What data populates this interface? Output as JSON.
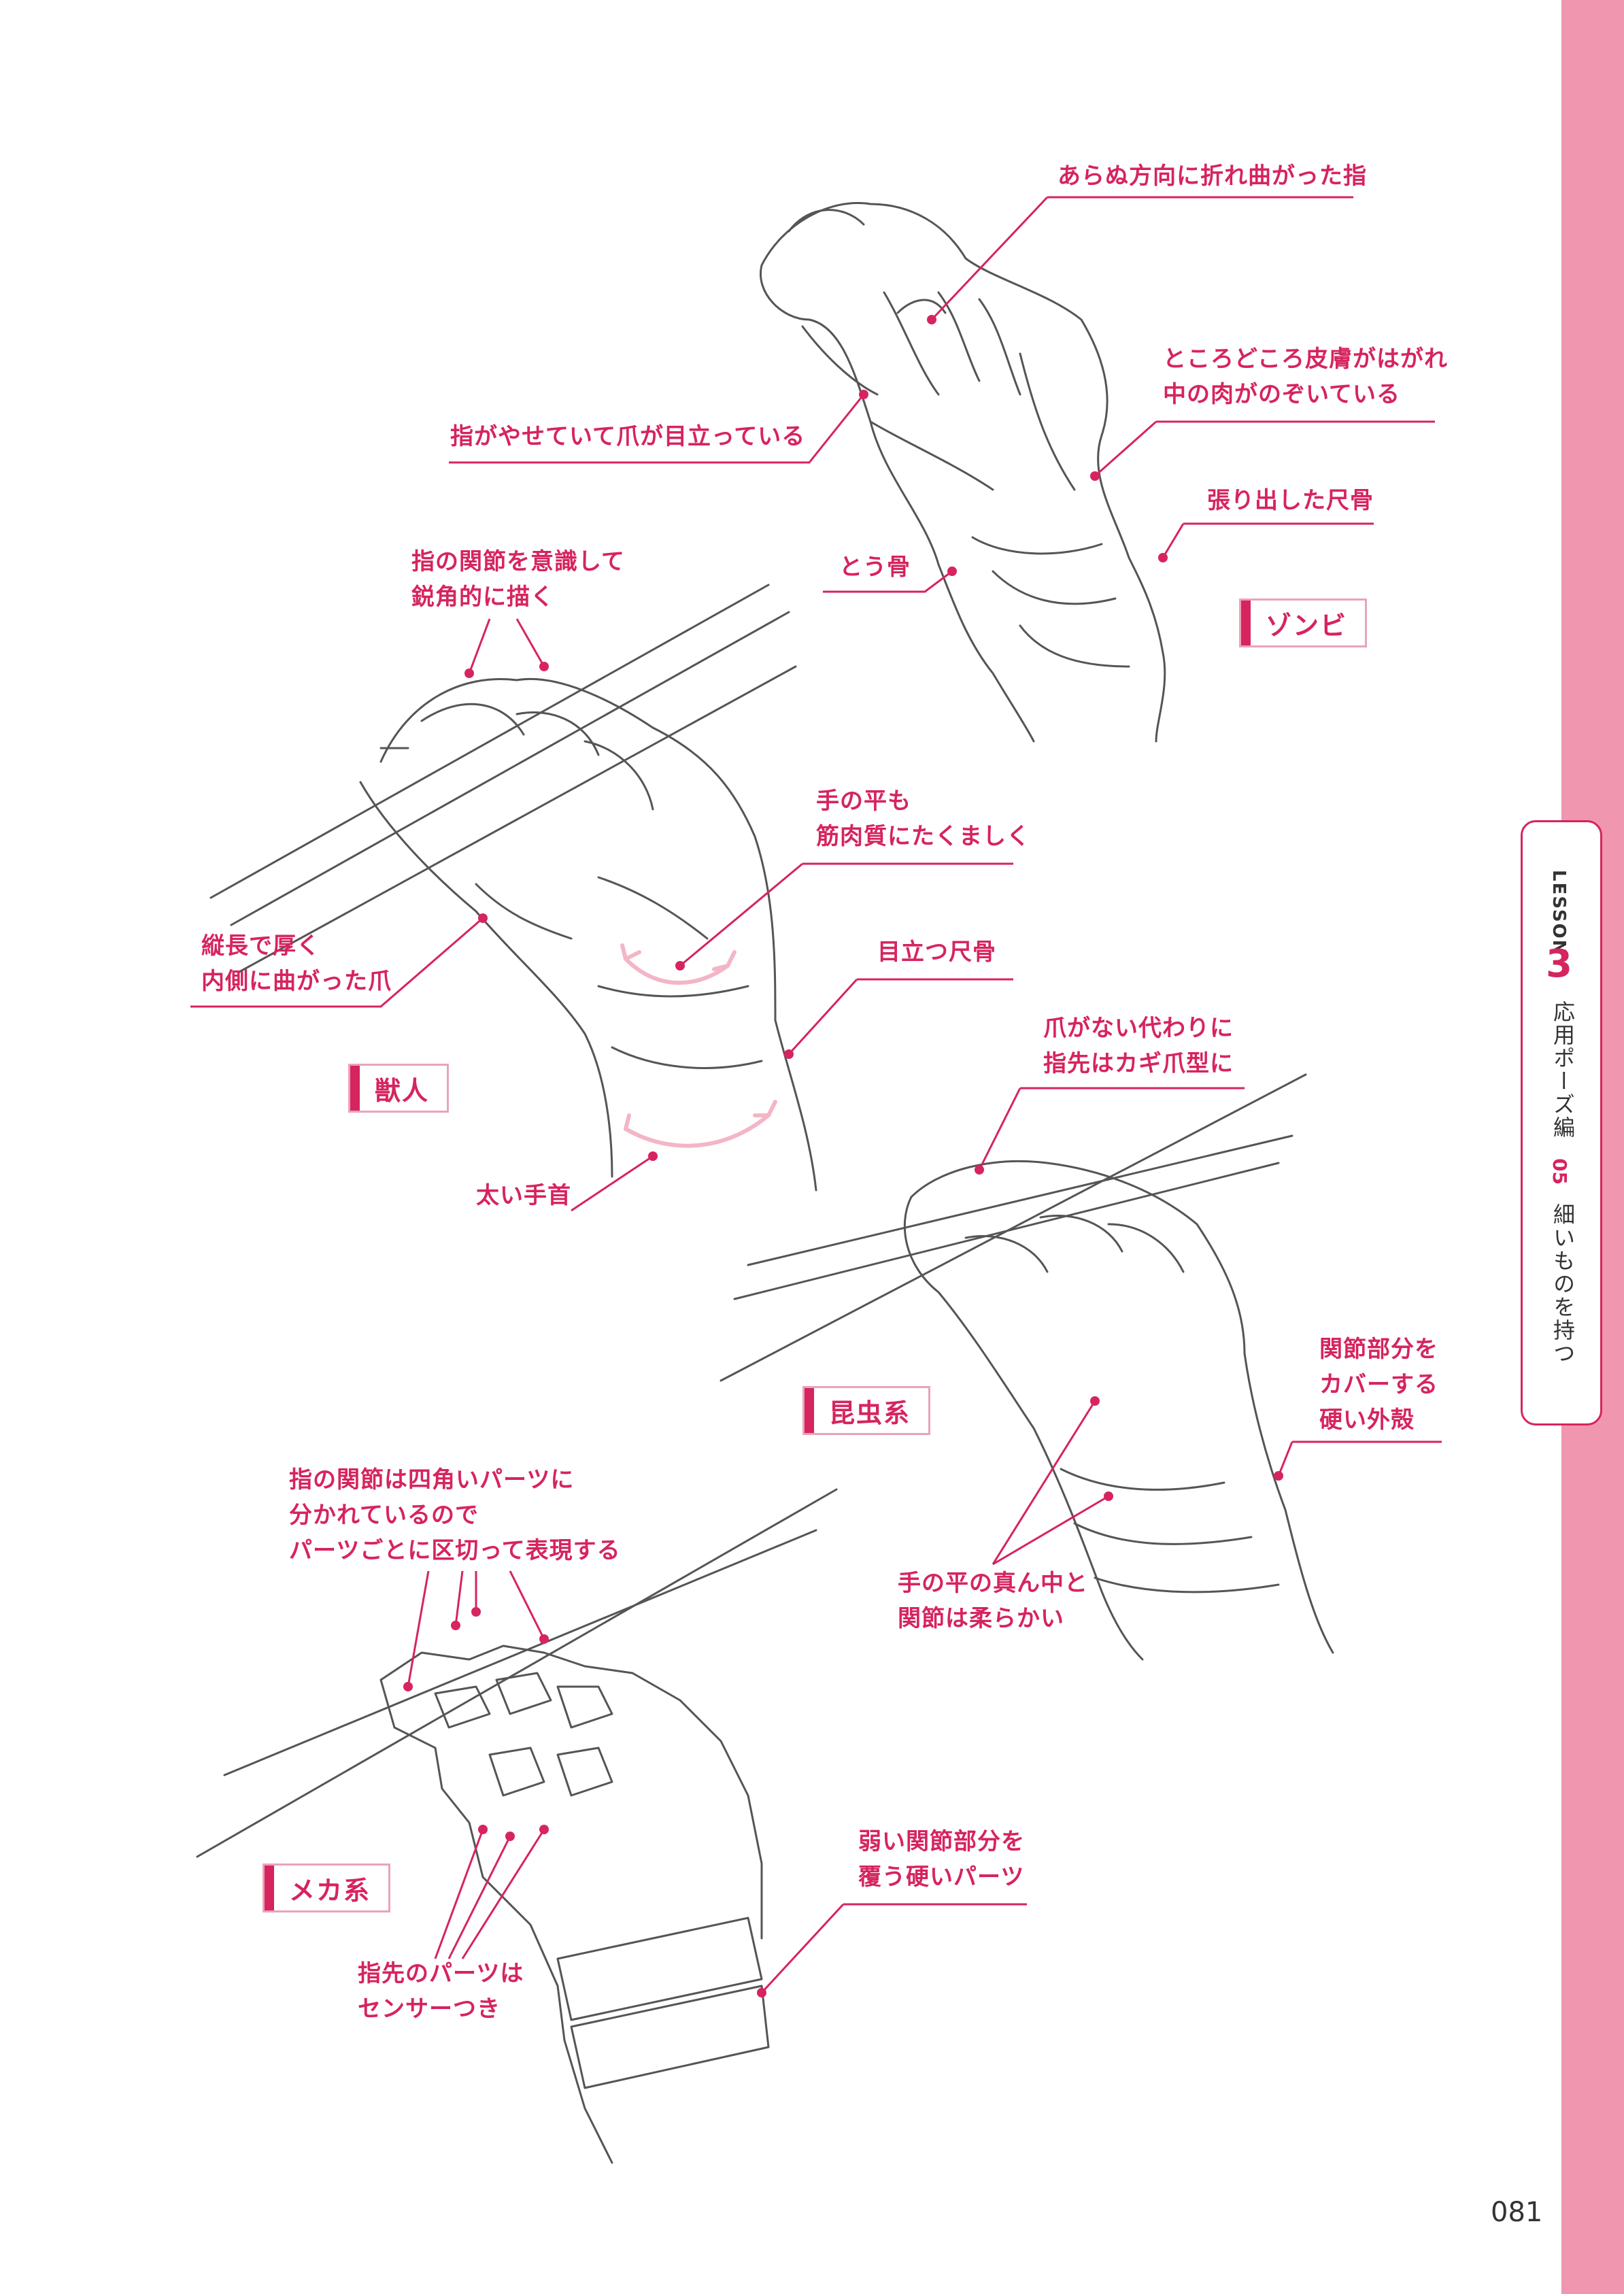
{
  "labels": {
    "zombie_broken_finger": "あらぬ方向に折れ曲がった指",
    "zombie_skin_peeled": "ところどころ皮膚がはがれ\n中の肉がのぞいている",
    "zombie_thin_fingers": "指がやせていて爪が目立っている",
    "zombie_ulna": "張り出した尺骨",
    "zombie_radius": "とう骨",
    "beast_joints": "指の関節を意識して\n鋭角的に描く",
    "beast_palm": "手の平も\n筋肉質にたくましく",
    "beast_claws": "縦長で厚く\n内側に曲がった爪",
    "beast_ulna": "目立つ尺骨",
    "beast_wrist": "太い手首",
    "insect_claw": "爪がない代わりに\n指先はカギ爪型に",
    "insect_shell": "関節部分を\nカバーする\n硬い外殻",
    "insect_soft": "手の平の真ん中と\n関節は柔らかい",
    "mecha_joints": "指の関節は四角いパーツに\n分かれているので\nパーツごとに区切って表現する",
    "mecha_weak_joint": "弱い関節部分を\n覆う硬いパーツ",
    "mecha_sensor": "指先のパーツは\nセンサーつき"
  },
  "badges": {
    "zombie": "ゾンビ",
    "beast": "獣人",
    "insect": "昆虫系",
    "mecha": "メカ系"
  },
  "side": {
    "lesson_word": "LESSON",
    "lesson_num": "3",
    "section": "応用ポーズ編",
    "sub_num": "05",
    "sub_title": "細いものを持つ"
  },
  "page_number": "081",
  "colors": {
    "accent": "#d6245e",
    "strip": "#f096ae",
    "arrow": "#f3b6c6"
  }
}
